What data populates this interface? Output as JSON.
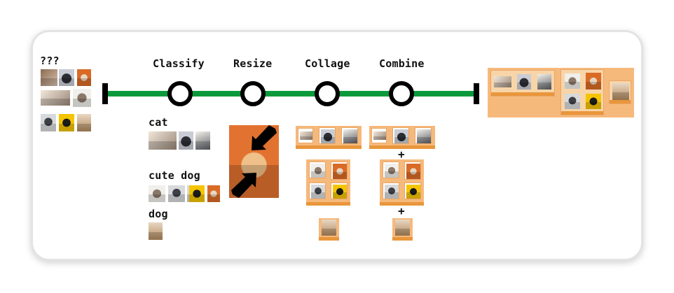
{
  "input_label": "???",
  "stages": [
    {
      "label": "Classify"
    },
    {
      "label": "Resize"
    },
    {
      "label": "Collage"
    },
    {
      "label": "Combine"
    }
  ],
  "classes": [
    {
      "label": "cat"
    },
    {
      "label": "cute dog"
    },
    {
      "label": "dog"
    }
  ],
  "combine_symbol": "+",
  "colors": {
    "line": "#0a9a3b",
    "node": "#000000",
    "collage_bg": "#f6b97c",
    "resize_bg": "#e2722f"
  },
  "icons": [
    "compress-arrows-icon"
  ]
}
